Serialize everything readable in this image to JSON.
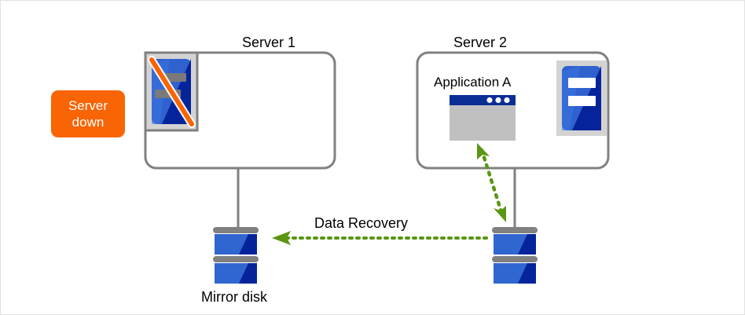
{
  "diagram": {
    "title_server1": "Server 1",
    "title_server2": "Server 2",
    "application_label": "Application A",
    "data_recovery_label": "Data Recovery",
    "mirror_disk_label": "Mirror disk",
    "status_badge": {
      "line1": "Server",
      "line2": "down"
    },
    "colors": {
      "badge_orange": "#f96405",
      "box_outline_gray": "#808080",
      "arrow_green": "#5a9614",
      "disk_blue_light": "#3066d0",
      "disk_blue_dark": "#05249b",
      "disk_cap_gray": "#808080",
      "icon_frame_gray": "#d3d3d3",
      "window_titlebar_blue": "#0a2d96",
      "window_body_gray": "#c0c0c0",
      "slash_orange": "#f96405",
      "canvas_border": "#e2e2e2"
    }
  }
}
